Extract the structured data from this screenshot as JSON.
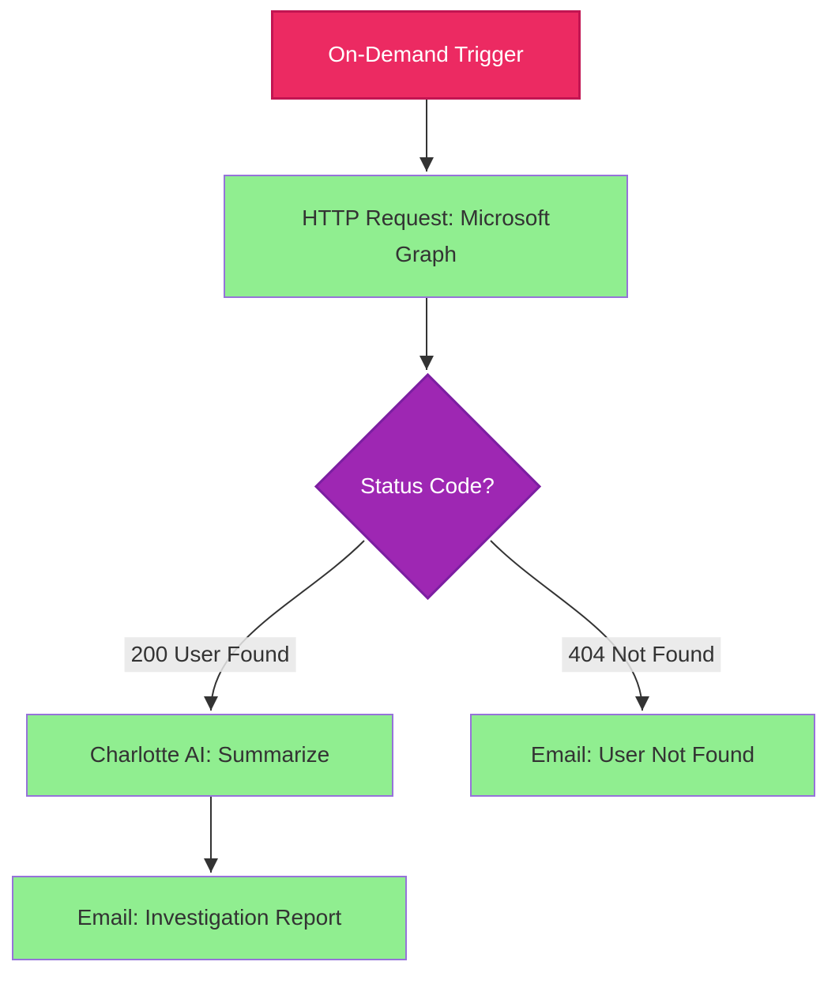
{
  "diagram": {
    "type": "flowchart",
    "direction": "top-down",
    "nodes": [
      {
        "id": "trigger",
        "shape": "rect",
        "label": "On-Demand Trigger"
      },
      {
        "id": "http_request",
        "shape": "rect",
        "label": "HTTP Request: Microsoft Graph"
      },
      {
        "id": "status_code",
        "shape": "diamond",
        "label": "Status Code?"
      },
      {
        "id": "charlotte_ai",
        "shape": "rect",
        "label": "Charlotte AI: Summarize"
      },
      {
        "id": "email_not_found",
        "shape": "rect",
        "label": "Email: User Not Found"
      },
      {
        "id": "email_report",
        "shape": "rect",
        "label": "Email: Investigation Report"
      }
    ],
    "edges": [
      {
        "from": "trigger",
        "to": "http_request",
        "label": ""
      },
      {
        "from": "http_request",
        "to": "status_code",
        "label": ""
      },
      {
        "from": "status_code",
        "to": "charlotte_ai",
        "label": "200 User Found"
      },
      {
        "from": "status_code",
        "to": "email_not_found",
        "label": "404 Not Found"
      },
      {
        "from": "charlotte_ai",
        "to": "email_report",
        "label": ""
      }
    ],
    "colors": {
      "trigger_fill": "#EC2A62",
      "trigger_border": "#C21552",
      "process_fill": "#90EE90",
      "process_border": "#9673D9",
      "decision_fill": "#9E27B3",
      "decision_border": "#7C1FA2",
      "edge_color": "#333333",
      "edge_label_bg": "rgba(232,232,232,0.85)",
      "edge_label_text": "#333333",
      "node_text_dark": "#333333",
      "node_text_light": "#ffffff"
    }
  }
}
